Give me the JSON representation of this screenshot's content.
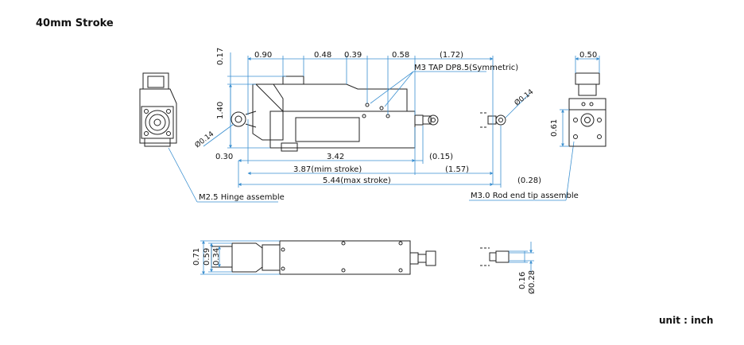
{
  "title": "40mm Stroke",
  "unit_note": "unit : inch",
  "colors": {
    "dim_line": "#3a8fd0",
    "outline": "#222222",
    "background": "#ffffff"
  },
  "top_dims": [
    "0.17",
    "0.90",
    "0.48",
    "0.39",
    "0.58",
    "(1.72)"
  ],
  "side_dims": [
    "1.40",
    "0.30",
    "3.42",
    "(0.15)",
    "3.87(mim stroke)",
    "(1.57)",
    "5.44(max stroke)",
    "(0.28)"
  ],
  "diameter_labels": [
    "Ø0.14",
    "Ø0.14"
  ],
  "tap_note": "M3 TAP DP8.5(Symmetric)",
  "hinge_note": "M2.5 Hinge assemble",
  "rod_note": "M3.0 Rod end tip assemble",
  "end_view_dims": [
    "0.50",
    "0.61"
  ],
  "bottom_view_dims": [
    "0.71",
    "0.59",
    "0.34"
  ],
  "rod_tip_dims": [
    "0.16",
    "Ø0.28"
  ]
}
